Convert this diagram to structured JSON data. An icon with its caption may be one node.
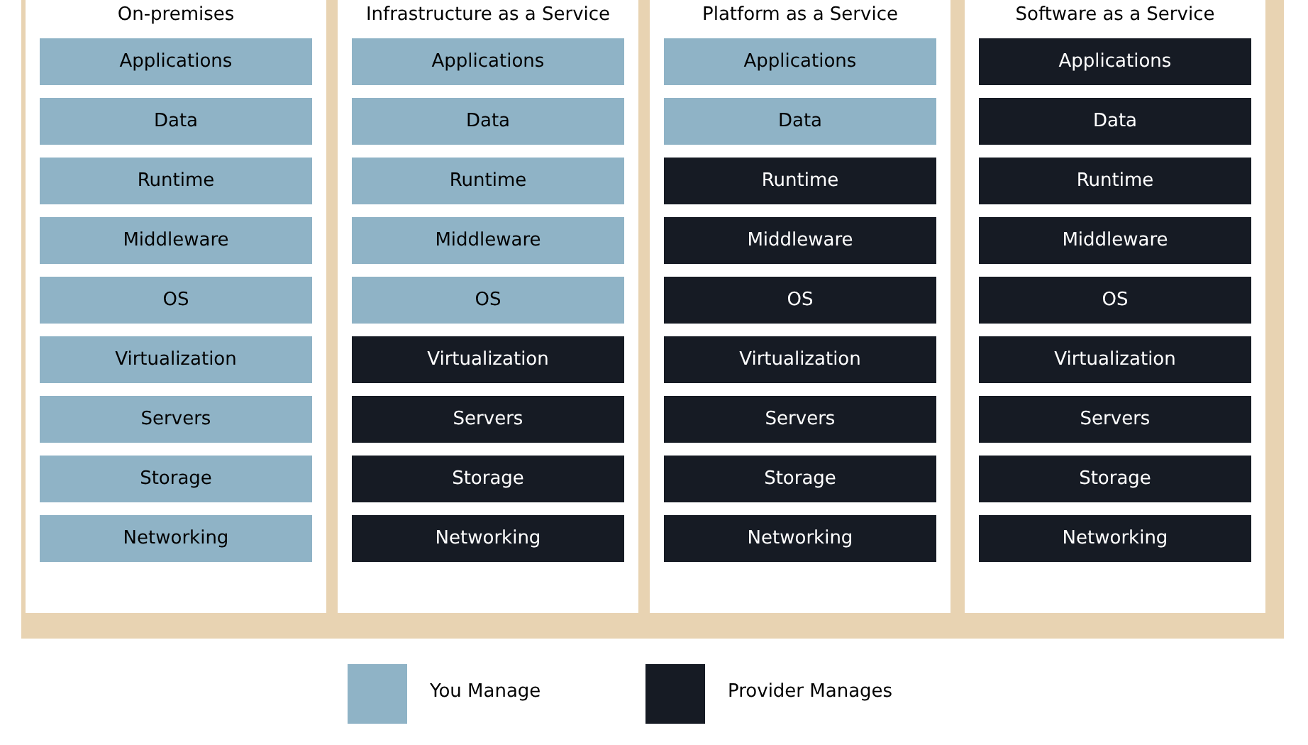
{
  "diagram": {
    "nodes": [
      {
        "text": [
          "On-premises"
        ]
      },
      {
        "text": [
          "Applications"
        ],
        "in": 0
      },
      {
        "text": [
          "Data"
        ],
        "in": 0
      },
      {
        "text": [
          "Runtime"
        ],
        "in": 0
      },
      {
        "text": [
          "Middleware"
        ],
        "in": 0
      },
      {
        "text": [
          "OS"
        ],
        "in": 0
      },
      {
        "text": [
          "Virtualization"
        ],
        "in": 0
      },
      {
        "text": [
          "Servers"
        ],
        "in": 0
      },
      {
        "text": [
          "Storage"
        ],
        "in": 0
      },
      {
        "text": [
          "Networking"
        ],
        "in": 0
      },
      {
        "text": [
          "Infrastructure as a Service"
        ]
      },
      {
        "text": [
          "Applications"
        ],
        "in": 10
      },
      {
        "text": [
          "Data"
        ],
        "in": 10
      },
      {
        "text": [
          "Runtime"
        ],
        "in": 10
      },
      {
        "text": [
          "Middleware"
        ],
        "in": 10
      },
      {
        "text": [
          "OS"
        ],
        "in": 10
      },
      {
        "text": [
          "Virtualization"
        ],
        "in": 10
      },
      {
        "text": [
          "Servers"
        ],
        "in": 10
      },
      {
        "text": [
          "Storage"
        ],
        "in": 10
      },
      {
        "text": [
          "Networking"
        ],
        "in": 10
      },
      {
        "text": [
          "Platform as a Service"
        ]
      },
      {
        "text": [
          "Applications"
        ],
        "in": 20
      },
      {
        "text": [
          "Data"
        ],
        "in": 20
      },
      {
        "text": [
          "Runtime"
        ],
        "in": 20
      },
      {
        "text": [
          "Middleware"
        ],
        "in": 20
      },
      {
        "text": [
          "OS"
        ],
        "in": 20
      },
      {
        "text": [
          "Virtualization"
        ],
        "in": 20
      },
      {
        "text": [
          "Servers"
        ],
        "in": 20
      },
      {
        "text": [
          "Storage"
        ],
        "in": 20
      },
      {
        "text": [
          "Networking"
        ],
        "in": 20
      },
      {
        "text": [
          "Software as a Service"
        ]
      },
      {
        "text": [
          "Applications"
        ],
        "in": 30
      },
      {
        "text": [
          "Data"
        ],
        "in": 30
      },
      {
        "text": [
          "Runtime"
        ],
        "in": 30
      },
      {
        "text": [
          "Middleware"
        ],
        "in": 30
      },
      {
        "text": [
          "OS"
        ],
        "in": 30
      },
      {
        "text": [
          "Virtualization"
        ],
        "in": 30
      },
      {
        "text": [
          "Servers"
        ],
        "in": 30
      },
      {
        "text": [
          "Storage"
        ],
        "in": 30
      },
      {
        "text": [
          "Networking"
        ],
        "in": 30
      }
    ],
    "legend": [
      {
        "text": "You Manage",
        "color": "#8fb3c6"
      },
      {
        "text": "Provider Manages",
        "color": "#161b24"
      }
    ]
  }
}
